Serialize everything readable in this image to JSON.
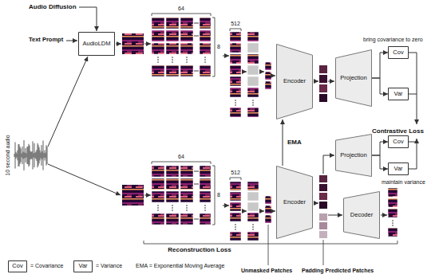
{
  "diagram": {
    "nodes": [
      {
        "text": [
          "AudioLDM"
        ]
      },
      {
        "text": [
          "Encoder"
        ]
      },
      {
        "text": [
          "Projection"
        ]
      },
      {
        "text": [
          "Cov"
        ]
      },
      {
        "text": [
          "Var"
        ]
      },
      {
        "text": [
          "Encoder"
        ]
      },
      {
        "text": [
          "Projection"
        ]
      },
      {
        "text": [
          "Cov"
        ]
      },
      {
        "text": [
          "Var"
        ]
      },
      {
        "text": [
          "Decoder"
        ]
      },
      {
        "text": [
          "Cov"
        ]
      },
      {
        "text": [
          "Var"
        ]
      }
    ],
    "edges": [
      {
        "from": 5,
        "to": 1,
        "arrow": "to",
        "label": "EMA"
      },
      {
        "from": 2,
        "to": 3,
        "arrow": "to"
      },
      {
        "from": 2,
        "to": 4,
        "arrow": "to"
      },
      {
        "from": 6,
        "to": 7,
        "arrow": "to"
      },
      {
        "from": 6,
        "to": 8,
        "arrow": "to"
      }
    ],
    "labels": [
      "Audio Diffusion",
      "Text Prompt",
      "10 second audio",
      "64",
      "8",
      "512",
      "64",
      "8",
      "512",
      "bring covariance to zero",
      "maintain variance",
      "Contrastive Loss",
      "Reconstruction Loss",
      "Unmasked Patches",
      "Padding Predicted Patches",
      "= Covariance",
      "= Variance",
      "EMA = Exponential Moving Average"
    ]
  }
}
